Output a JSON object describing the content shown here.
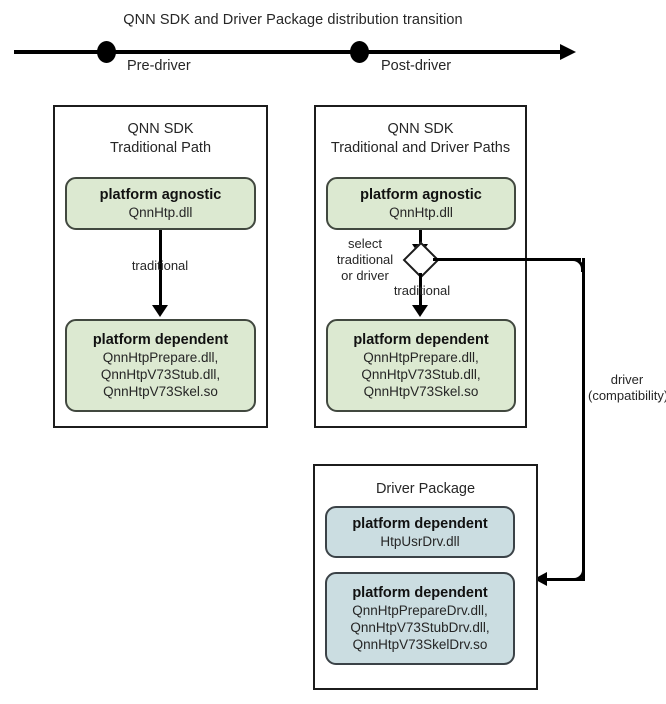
{
  "diagram": {
    "title": "QNN SDK and Driver Package distribution transition"
  },
  "timeline": {
    "markers": [
      {
        "label": "Pre-driver"
      },
      {
        "label": "Post-driver"
      }
    ]
  },
  "panels": {
    "traditional": {
      "title": "QNN SDK\nTraditional Path",
      "nodes": {
        "agnostic": {
          "title": "platform agnostic",
          "sub": "QnnHtp.dll"
        },
        "dependent": {
          "title": "platform dependent",
          "sub": "QnnHtpPrepare.dll,\nQnnHtpV73Stub.dll,\nQnnHtpV73Skel.so"
        }
      },
      "edges": {
        "traditional": "traditional"
      }
    },
    "both": {
      "title": "QNN SDK\nTraditional and Driver Paths",
      "nodes": {
        "agnostic": {
          "title": "platform agnostic",
          "sub": "QnnHtp.dll"
        },
        "dependent": {
          "title": "platform dependent",
          "sub": "QnnHtpPrepare.dll,\nQnnHtpV73Stub.dll,\nQnnHtpV73Skel.so"
        }
      },
      "edges": {
        "decision": "select\ntraditional\nor driver",
        "traditional": "traditional",
        "driver": "driver\n(compatibility)"
      }
    },
    "driver_package": {
      "title": "Driver Package",
      "nodes": {
        "usr": {
          "title": "platform dependent",
          "sub": "HtpUsrDrv.dll"
        },
        "dependent": {
          "title": "platform dependent",
          "sub": "QnnHtpPrepareDrv.dll,\nQnnHtpV73StubDrv.dll,\nQnnHtpV73SkelDrv.so"
        }
      }
    }
  },
  "colors": {
    "sdk_node_fill": "#dce9d1",
    "driver_node_fill": "#cbdde1",
    "line": "#000000",
    "panel_border": "#1c1c1c"
  }
}
